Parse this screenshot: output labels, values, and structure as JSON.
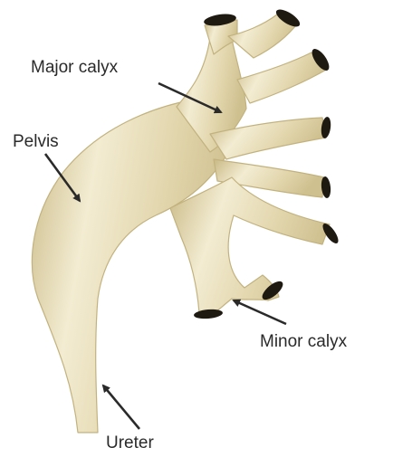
{
  "labels": {
    "major_calyx": "Major calyx",
    "pelvis": "Pelvis",
    "minor_calyx": "Minor calyx",
    "ureter": "Ureter"
  },
  "colors": {
    "tissue_fill": "#e2d6ad",
    "tissue_highlight": "#f3ecd2",
    "tissue_shadow": "#c9b985",
    "opening": "#1e1a12",
    "arrow": "#2a2a2a",
    "text": "#2a2a2a"
  }
}
